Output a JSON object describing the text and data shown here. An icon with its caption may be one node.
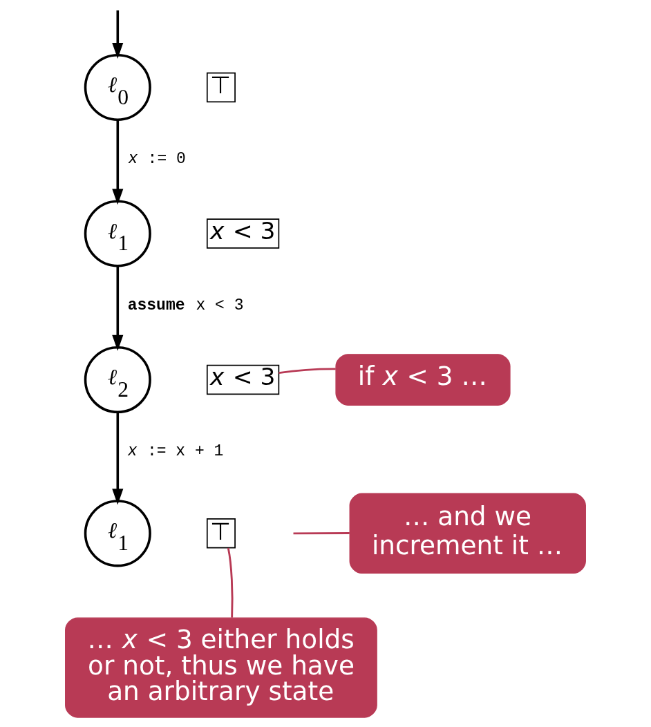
{
  "diagram": {
    "nodes": [
      {
        "text": [
          "*ℓ*$_{0}$"
        ]
      },
      {
        "text": [
          "⊤"
        ]
      },
      {
        "text": [
          "*ℓ*$_{1}$"
        ]
      },
      {
        "text": [
          "*x* < 3"
        ]
      },
      {
        "text": [
          "*ℓ*$_{2}$"
        ]
      },
      {
        "text": [
          "*x* < 3"
        ]
      },
      {
        "text": [
          "*ℓ*$_{1}$"
        ]
      },
      {
        "text": [
          "⊤"
        ]
      },
      {
        "text": [
          "if *x* < 3 …"
        ]
      },
      {
        "text": [
          "… and we increment it …"
        ]
      },
      {
        "text": [
          "… *x* < 3 either holds or not, thus we have an arbitrary state"
        ]
      }
    ],
    "edges": [
      {
        "from": null,
        "to": 0,
        "arrow": "to"
      },
      {
        "from": 0,
        "to": 2,
        "arrow": "to",
        "label": "*x* := 0"
      },
      {
        "from": 2,
        "to": 4,
        "arrow": "to",
        "label": "**assume** x < 3"
      },
      {
        "from": 4,
        "to": 6,
        "arrow": "to",
        "label": "*x* := x + 1"
      },
      {
        "from": 8,
        "to": 5,
        "arrow": "none",
        "color": "#b83a55"
      },
      {
        "from": 9,
        "to": null,
        "arrow": "none",
        "color": "#b83a55"
      },
      {
        "from": 10,
        "to": 7,
        "arrow": "none",
        "color": "#b83a55"
      }
    ]
  }
}
